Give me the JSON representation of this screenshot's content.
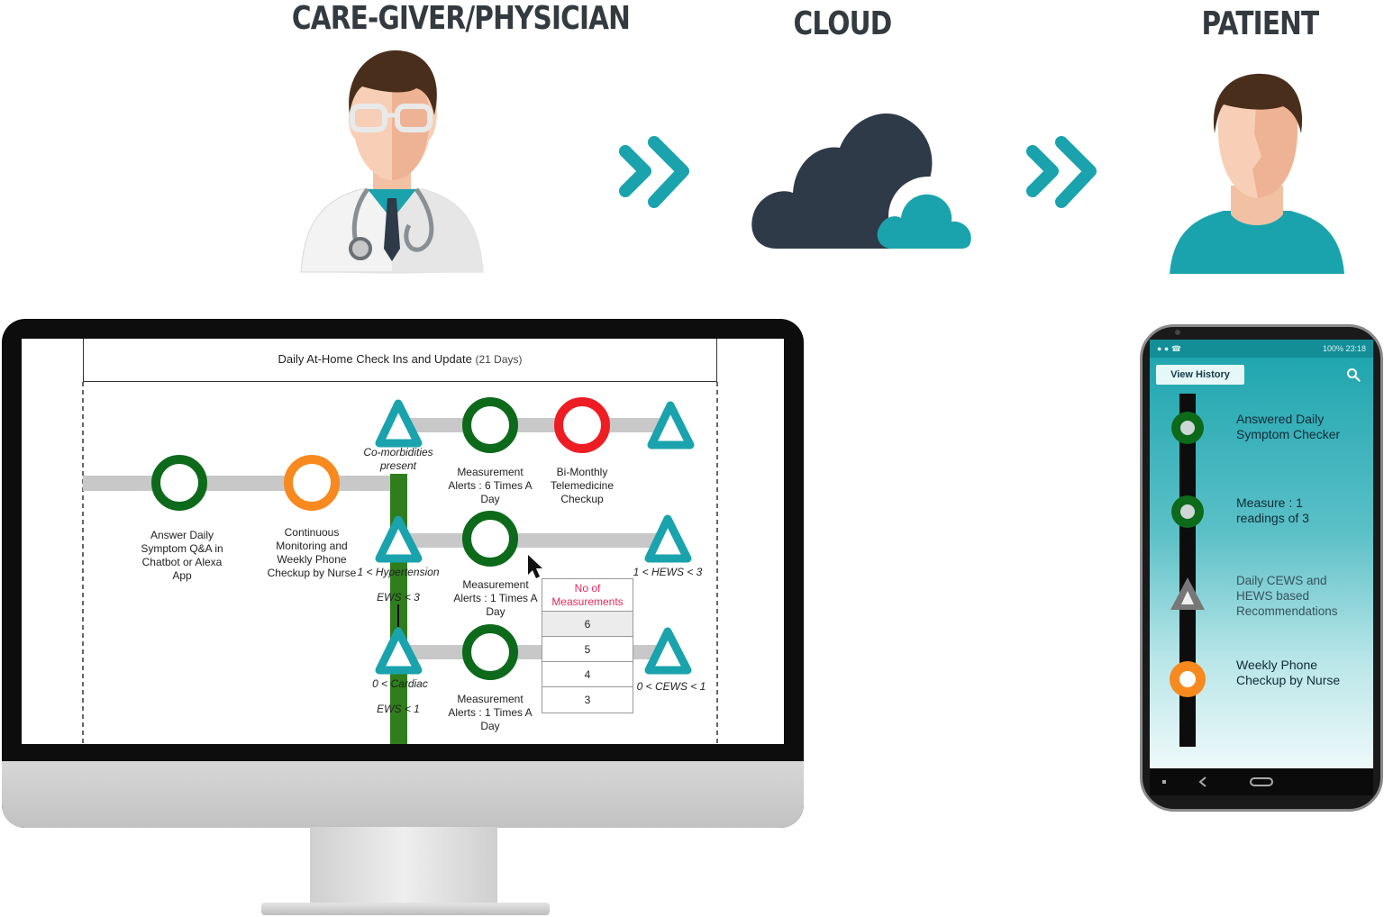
{
  "headers": {
    "caregiver": "CARE-GIVER/PHYSICIAN",
    "cloud": "CLOUD",
    "patient": "PATIENT"
  },
  "colors": {
    "teal": "#1aa3ad",
    "dark_slate": "#2e3a48",
    "green": "#0d6a1a",
    "orange": "#f7891f",
    "red": "#ee1d23",
    "pink": "#e8285a"
  },
  "dashboard": {
    "title": "Daily At-Home Check Ins and Update",
    "title_days": "(21 Days)",
    "labels": {
      "answer": "Answer Daily Symptom Q&A in Chatbot or Alexa App",
      "continuous": "Continuous Monitoring and Weekly Phone Checkup by Nurse",
      "comorbid": "Co-morbidities present",
      "meas6": "Measurement Alerts : 6 Times A Day",
      "bimonthly": "Bi-Monthly Telemedicine Checkup",
      "hyper": "1 < Hypertension",
      "ews3": "EWS < 3",
      "hews": "1 < HEWS < 3",
      "meas1a": "Measurement Alerts : 1 Times A Day",
      "cardiac": "0 < Cardiac",
      "ews1": "EWS < 1",
      "cews": "0 < CEWS < 1",
      "meas1b": "Measurement Alerts : 1 Times A Day"
    },
    "table": {
      "header": "No of Measurements",
      "rows": [
        "6",
        "5",
        "4",
        "3"
      ]
    }
  },
  "phone": {
    "status_right": "100% 23:18",
    "view_history": "View History",
    "items": [
      {
        "label": "Answered Daily Symptom Checker"
      },
      {
        "label": "Measure : 1 readings of 3"
      },
      {
        "label": "Daily CEWS and HEWS based Recommendations"
      },
      {
        "label": "Weekly Phone Checkup by Nurse"
      }
    ]
  }
}
